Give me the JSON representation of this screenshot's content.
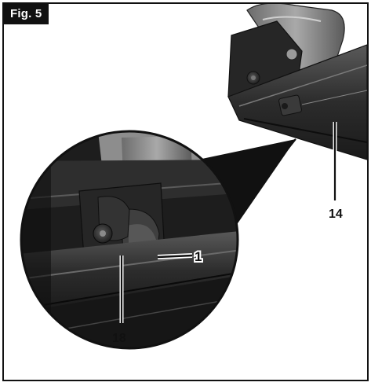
{
  "figure": {
    "tag": "Fig. 5",
    "callouts": [
      {
        "id": "callout-14",
        "label": "14"
      },
      {
        "id": "callout-1",
        "label": "1"
      },
      {
        "id": "callout-18",
        "label": "18"
      }
    ]
  },
  "colors": {
    "frame": "#111111",
    "tool_dark": "#2b2b2b",
    "tool_mid": "#4a4a4a",
    "tool_light": "#9a9a9a",
    "trigger_white": "#f2f2f2"
  }
}
